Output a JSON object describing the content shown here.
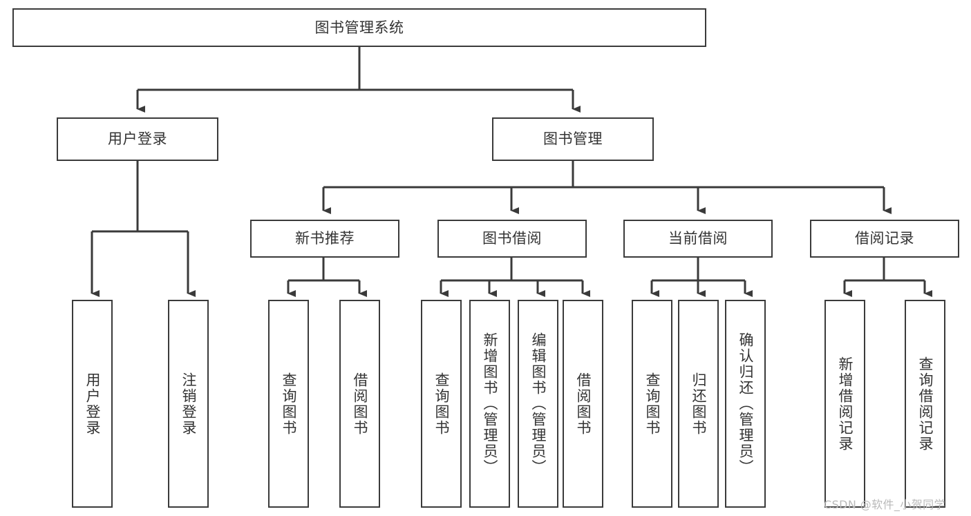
{
  "diagram": {
    "title": "图书管理系统",
    "type": "hierarchy-tree",
    "watermark": "CSDN @软件_小贺同学",
    "colors": {
      "box_border": "#3a3a3a",
      "box_fill": "#ffffff",
      "connector": "#3a3a3a",
      "text": "#333333",
      "watermark": "#b9b9b9",
      "background": "#ffffff"
    },
    "nodes": {
      "root": {
        "label": "图书管理系统"
      },
      "level1": [
        {
          "label": "用户登录"
        },
        {
          "label": "图书管理"
        }
      ],
      "level2": [
        {
          "label": "新书推荐"
        },
        {
          "label": "图书借阅"
        },
        {
          "label": "当前借阅"
        },
        {
          "label": "借阅记录"
        }
      ],
      "leaves": {
        "user_login": [
          {
            "label": "用户登录"
          },
          {
            "label": "注销登录"
          }
        ],
        "new_book_rec": [
          {
            "label": "查询图书"
          },
          {
            "label": "借阅图书"
          }
        ],
        "book_borrow": [
          {
            "label": "查询图书"
          },
          {
            "label": "新增图书（管理员）"
          },
          {
            "label": "编辑图书（管理员）"
          },
          {
            "label": "借阅图书"
          }
        ],
        "current_borrow": [
          {
            "label": "查询图书"
          },
          {
            "label": "归还图书"
          },
          {
            "label": "确认归还（管理员）"
          }
        ],
        "borrow_record": [
          {
            "label": "新增借阅记录"
          },
          {
            "label": "查询借阅记录"
          }
        ]
      }
    }
  }
}
